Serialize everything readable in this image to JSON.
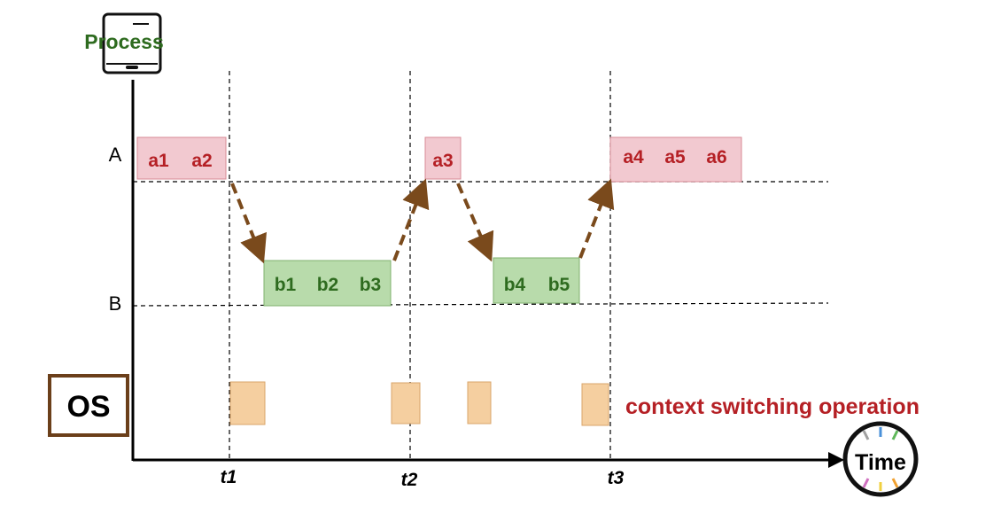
{
  "process_label": "Process",
  "row_labels": {
    "a": "A",
    "b": "B"
  },
  "os_label": "OS",
  "time_label": "Time",
  "time_ticks": [
    "t1",
    "t2",
    "t3"
  ],
  "legend_text": "context switching operation",
  "blocks_a": {
    "block1": [
      "a1",
      "a2"
    ],
    "block2": [
      "a3"
    ],
    "block3": [
      "a4",
      "a5",
      "a6"
    ]
  },
  "blocks_b": {
    "block1": [
      "b1",
      "b2",
      "b3"
    ],
    "block2": [
      "b4",
      "b5"
    ]
  },
  "colors": {
    "process_green": "#2e6b1f",
    "a_fill": "#f2c9d0",
    "a_text": "#b52025",
    "b_fill": "#b8dbab",
    "b_text": "#2e6b1f",
    "os_fill": "#f5cfa0",
    "arrow": "#7a4a1c",
    "legend_red": "#b52025"
  }
}
